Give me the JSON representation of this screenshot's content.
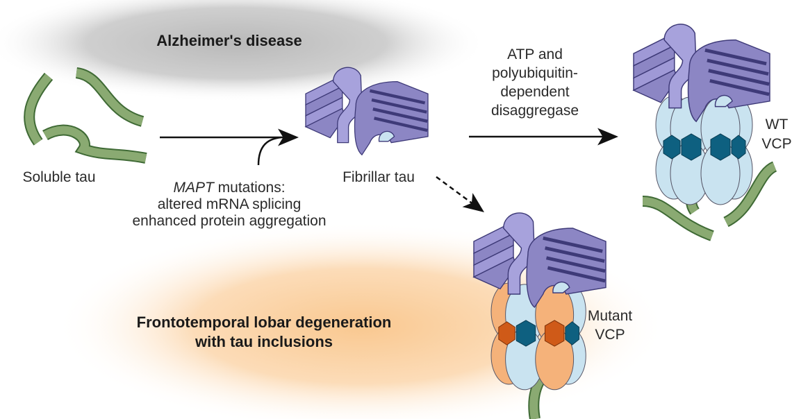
{
  "title": "Alzheimer's disease",
  "ftld_label": [
    "Frontotemporal lobar degeneration",
    "with tau inclusions"
  ],
  "soluble_tau": "Soluble tau",
  "fibrillar_tau": "Fibrillar tau",
  "mapt_label": {
    "italic": "MAPT",
    "rest": " mutations:",
    "line2": "altered mRNA splicing",
    "line3": "enhanced protein aggregation"
  },
  "disaggregase_label": [
    "ATP and",
    "polyubiquitin-",
    "dependent",
    "disaggregase"
  ],
  "wt_vcp": [
    "WT",
    "VCP"
  ],
  "mutant_vcp": [
    "Mutant",
    "VCP"
  ],
  "colors": {
    "tau_green": "#8aaa72",
    "tau_outline": "#3f6a35",
    "fibril_purple": "#8c86c4",
    "fibril_dark": "#3e3a78",
    "vcp_light_blue": "#c9e3f0",
    "vcp_hexagon_teal": "#0e6080",
    "mutant_orange": "#f5b27a",
    "mutant_hexagon": "#cf5a18",
    "alzheimer_bg": "#c8c8c8",
    "ftld_bg": "#fbd9b0"
  }
}
